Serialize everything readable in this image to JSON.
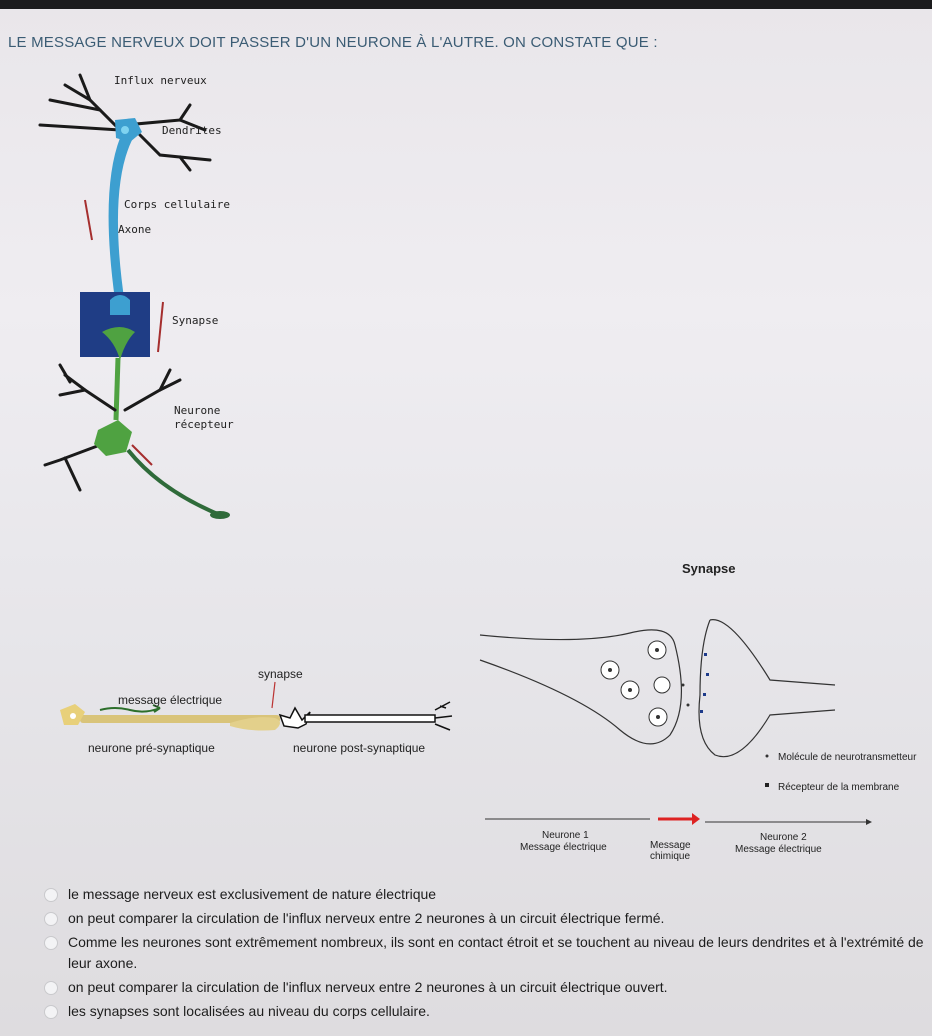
{
  "question": {
    "text": "LE MESSAGE NERVEUX DOIT PASSER D'UN NEURONE À L'AUTRE. ON CONSTATE QUE :"
  },
  "figure1": {
    "labels": {
      "influx": "Influx nerveux",
      "dendrites": "Dendrites",
      "corps": "Corps cellulaire",
      "axone": "Axone",
      "synapse": "Synapse",
      "neurone_line1": "Neurone",
      "neurone_line2": "récepteur"
    },
    "colors": {
      "neuron1": "#3d9fd0",
      "neuron2": "#4fa241",
      "synapse_box": "#1f3d85"
    }
  },
  "figure2": {
    "synapse": "synapse",
    "message": "message électrique",
    "pre": "neurone pré-synaptique",
    "post": "neurone post-synaptique"
  },
  "figure3": {
    "title": "Synapse",
    "legend_molecule": "Molécule de neurotransmetteur",
    "legend_recepteur": "Récepteur de la membrane",
    "neurone1": "Neurone 1",
    "message_electrique1": "Message électrique",
    "message_chimique_line1": "Message",
    "message_chimique_line2": "chimique",
    "neurone2": "Neurone 2",
    "message_electrique2": "Message électrique"
  },
  "options": [
    {
      "text": "le message nerveux est exclusivement de nature électrique"
    },
    {
      "text": "on peut comparer la circulation de l'influx nerveux entre 2 neurones à un circuit électrique fermé."
    },
    {
      "text": "Comme les neurones sont extrêmement nombreux, ils sont en contact étroit et se touchent au niveau de leurs dendrites et à l'extrémité de leur axone."
    },
    {
      "text": "on peut comparer la circulation de l'influx nerveux entre 2 neurones à un circuit électrique ouvert."
    },
    {
      "text": "les synapses sont localisées au niveau du corps cellulaire."
    }
  ]
}
